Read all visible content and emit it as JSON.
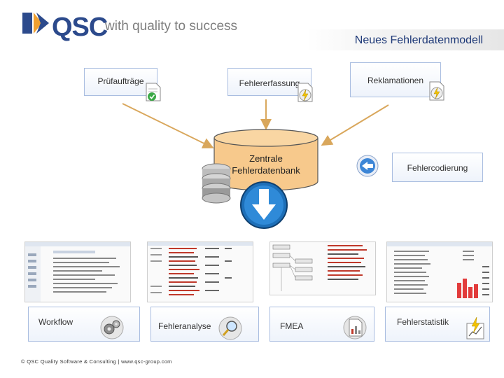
{
  "header": {
    "brand": "QSC",
    "tagline": "with quality to success",
    "title": "Neues Fehlerdatenmodell"
  },
  "nodes": {
    "pruefauftraege": "Prüfaufträge",
    "fehlererfassung": "Fehlererfassung",
    "reklamationen": "Reklamationen",
    "database_line1": "Zentrale",
    "database_line2": "Fehlerdatenbank",
    "fehlercodierung": "Fehlercodierung"
  },
  "modules": {
    "workflow": "Workflow",
    "fehleranalyse": "Fehleranalyse",
    "fmea": "FMEA",
    "fehlerstatistik": "Fehlerstatistik"
  },
  "footer": "© QSC Quality Software & Consulting | www.qsc-group.com",
  "colors": {
    "brand_blue": "#2c4a8c",
    "title_blue": "#1f3a78",
    "arrow": "#d9a75c",
    "db_fill": "#f7c98c",
    "box_border": "#a9bde0"
  }
}
